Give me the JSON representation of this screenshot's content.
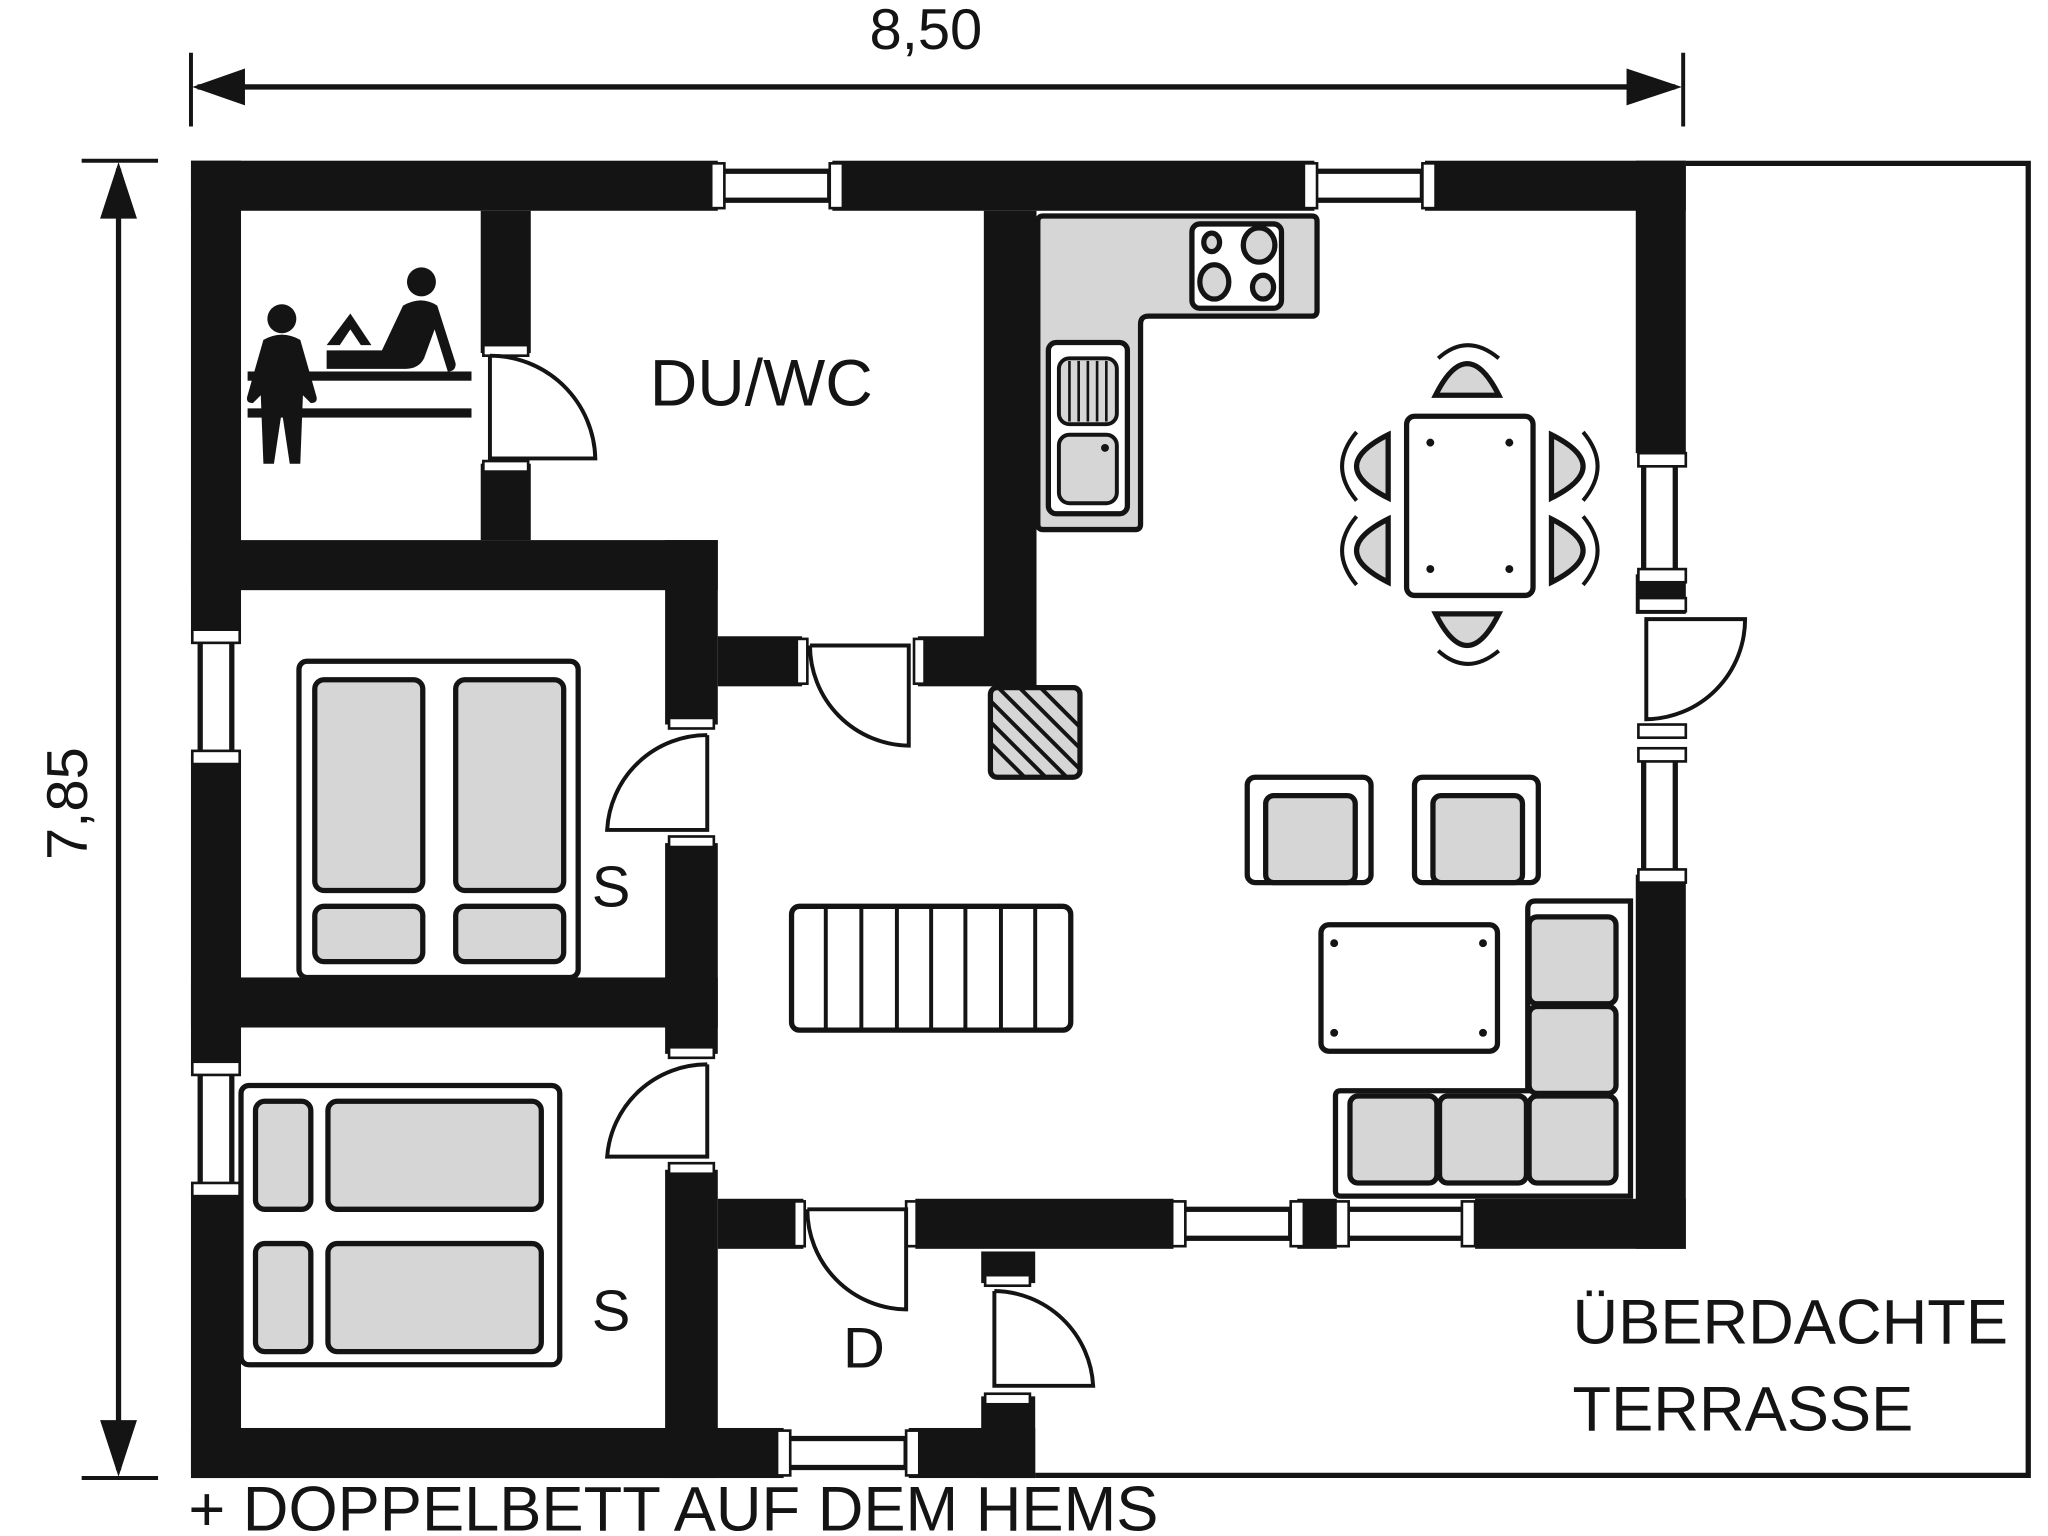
{
  "dimensions": {
    "width_label": "8,50",
    "height_label": "7,85"
  },
  "rooms": {
    "sauna": {
      "label": "",
      "icon": "sauna-icon"
    },
    "bathroom": {
      "label": "DU/WC"
    },
    "bedroom_1": {
      "label": "S"
    },
    "bedroom_2": {
      "label": "S"
    },
    "storage": {
      "label": "D"
    },
    "terrace": {
      "label_line1": "ÜBERDACHTE",
      "label_line2": "TERRASSE"
    }
  },
  "footnote": "+ DOPPELBETT AUF DEM HEMS",
  "colors": {
    "wall": "#141414",
    "furniture_fill": "#d6d6d6",
    "background": "#ffffff"
  }
}
